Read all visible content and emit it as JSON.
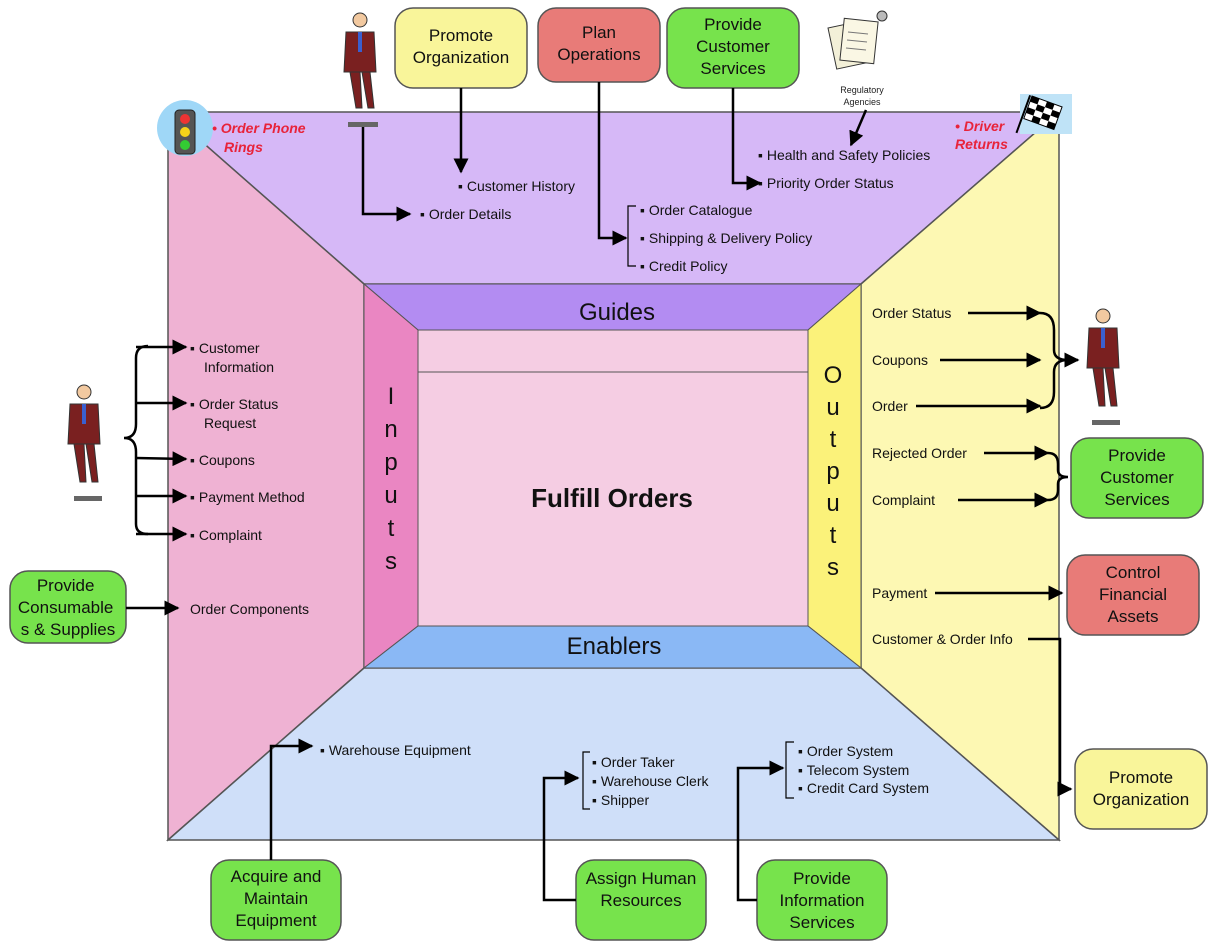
{
  "center": {
    "title": "Fulfill Orders",
    "guides": "Guides",
    "enablers": "Enablers",
    "inputs": "Inputs",
    "outputs": "Outputs"
  },
  "top_boxes": {
    "promote": "Promote Organization",
    "plan": "Plan Operations",
    "customer_services": "Provide Customer Services"
  },
  "regulatory": "Regulatory Agencies",
  "notes": {
    "order_phone_rings": "Order Phone Rings",
    "driver_returns": "Driver Returns"
  },
  "guides_items": {
    "health_safety": "Health and Safety Policies",
    "priority_status": "Priority Order Status",
    "customer_history": "Customer History",
    "order_details": "Order Details",
    "order_catalogue": "Order Catalogue",
    "shipping_policy": "Shipping & Delivery Policy",
    "credit_policy": "Credit Policy"
  },
  "inputs_items": {
    "customer_information": "Customer Information",
    "order_status_request": "Order Status Request",
    "coupons": "Coupons",
    "payment_method": "Payment Method",
    "complaint": "Complaint",
    "order_components": "Order Components"
  },
  "left_box": "Provide Consumables & Supplies",
  "outputs_items": {
    "order_status": "Order Status",
    "coupons": "Coupons",
    "order": "Order",
    "rejected_order": "Rejected Order",
    "complaint": "Complaint",
    "payment": "Payment",
    "customer_order_info": "Customer & Order Info"
  },
  "right_boxes": {
    "customer_services": "Provide Customer Services",
    "financial": "Control Financial Assets",
    "promote": "Promote Organization"
  },
  "enablers_items": {
    "warehouse_equipment": "Warehouse Equipment",
    "order_taker": "Order Taker",
    "warehouse_clerk": "Warehouse Clerk",
    "shipper": "Shipper",
    "order_system": "Order System",
    "telecom_system": "Telecom System",
    "credit_card_system": "Credit Card System"
  },
  "bottom_boxes": {
    "equipment": "Acquire and Maintain Equipment",
    "human": "Assign Human Resources",
    "information": "Provide Information Services"
  },
  "colors": {
    "top_panel": "#d6b8f7",
    "left_panel": "#efb2d3",
    "right_panel": "#fdf8b3",
    "bottom_panel": "#cfdff9",
    "guides_band": "#b38cf2",
    "inputs_band": "#ea86c2",
    "outputs_band": "#fbf27a",
    "enablers_band": "#8ab8f5",
    "center": "#f5cde3",
    "green_box": "#77e34c",
    "yellow_box": "#f9f59a",
    "red_box": "#e87b78"
  }
}
